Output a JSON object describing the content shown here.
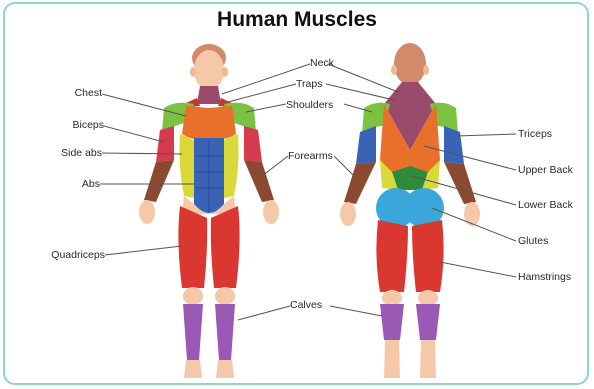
{
  "title": "Human Muscles",
  "labels": {
    "neck": "Neck",
    "traps": "Traps",
    "shoulders": "Shoulders",
    "chest": "Chest",
    "biceps": "Biceps",
    "side_abs": "Side abs",
    "abs": "Abs",
    "forearms": "Forearms",
    "quadriceps": "Quadriceps",
    "calves": "Calves",
    "triceps": "Triceps",
    "upper_back": "Upper Back",
    "lower_back": "Lower Back",
    "glutes": "Glutes",
    "hamstrings": "Hamstrings"
  },
  "colors": {
    "skin": "#f5c9a8",
    "hair": "#d38a6a",
    "chest": "#e8702a",
    "shoulders": "#7cc242",
    "biceps": "#d63a4e",
    "side_abs": "#d9d93a",
    "abs": "#3a63b8",
    "forearms": "#8b4a2f",
    "quadriceps": "#d9372f",
    "calves": "#9b59b6",
    "triceps": "#3a63b8",
    "upper_back": "#e8702a",
    "lower_back": "#2f8a3a",
    "glutes": "#3aa6d9",
    "hamstrings": "#d9372f",
    "neck": "#9a4a6a",
    "border": "#8fd4d0"
  }
}
